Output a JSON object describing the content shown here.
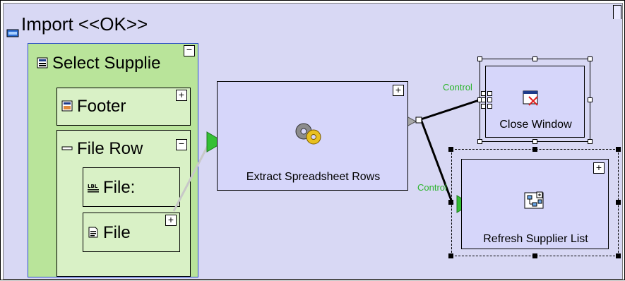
{
  "window": {
    "title": "Import <<OK>>"
  },
  "select_panel": {
    "title": "Select Supplie",
    "footer_label": "Footer",
    "file_row_label": "File Row",
    "file_label_text": "File:",
    "file_field_label": "File"
  },
  "nodes": {
    "extract": {
      "label": "Extract Spreadsheet Rows"
    },
    "close": {
      "label": "Close Window"
    },
    "refresh": {
      "label": "Refresh Supplier List"
    }
  },
  "connectors": {
    "control_label_1": "Control",
    "control_label_2": "Control"
  },
  "buttons": {
    "plus": "+",
    "minus": "−"
  },
  "colors": {
    "panel_green": "#b9e49a",
    "pane_green": "#d9f1c6",
    "node_lavender": "#d6d6fa",
    "canvas_lavender": "#d8d8f4",
    "accent_green": "#2db52d",
    "select_border": "#2d4fc7"
  },
  "icons": [
    "window-collapse-icon",
    "form-icon",
    "footer-icon",
    "row-icon",
    "label-icon",
    "file-field-icon",
    "gears-icon",
    "close-window-icon",
    "refresh-list-icon"
  ]
}
